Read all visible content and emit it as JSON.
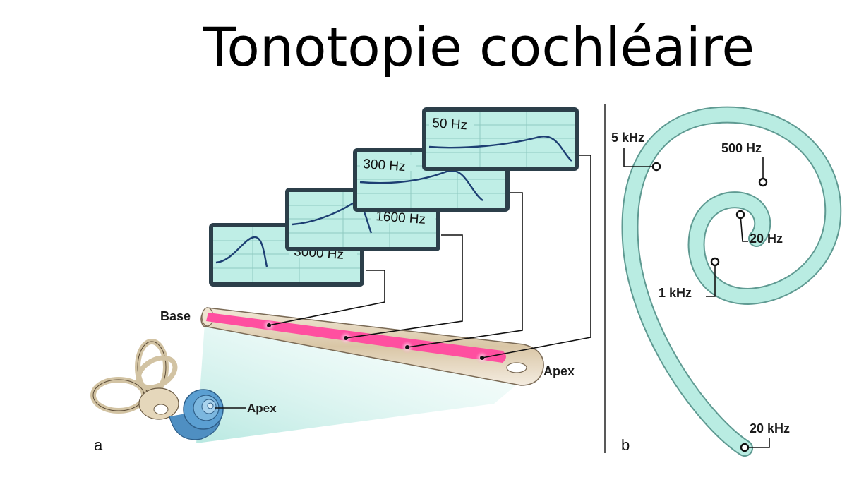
{
  "title": "Tonotopie cochléaire",
  "panel_a": {
    "letter": "a",
    "base_label": "Base",
    "apex_label_tube": "Apex",
    "apex_label_ear": "Apex",
    "graphs": [
      {
        "freq": "3000 Hz"
      },
      {
        "freq": "1600 Hz"
      },
      {
        "freq": "300 Hz"
      },
      {
        "freq": "50 Hz"
      }
    ]
  },
  "panel_b": {
    "letter": "b",
    "labels": [
      "5 kHz",
      "500 Hz",
      "20 Hz",
      "1 kHz",
      "20 kHz"
    ]
  },
  "colors": {
    "graph_fill": "#bfeee6",
    "curve": "#1d3f73",
    "membrane": "#ff4fa0",
    "tube": "#e9dcc6",
    "cochlea": "#b9ece2",
    "cochlea_edge": "#5f9a92"
  }
}
